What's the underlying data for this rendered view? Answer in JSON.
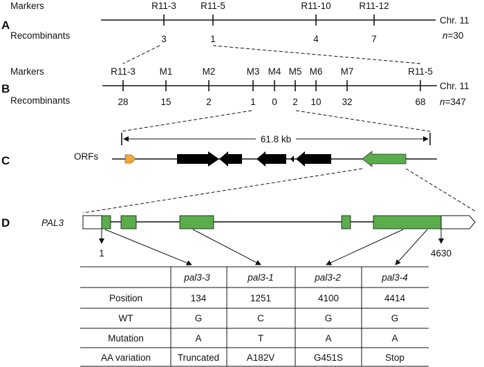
{
  "panels": {
    "a": "A",
    "b": "B",
    "c": "C",
    "d": "D"
  },
  "panel_a": {
    "markers_label": "Markers",
    "recombinants_label": "Recombinants",
    "markers": [
      "R11-3",
      "R11-5",
      "R11-10",
      "R11-12"
    ],
    "recombinants": [
      "3",
      "1",
      "4",
      "7"
    ],
    "chromosome": "Chr. 11",
    "n": "n=30"
  },
  "panel_b": {
    "markers_label": "Markers",
    "recombinants_label": "Recombinants",
    "markers": [
      "R11-3",
      "M1",
      "M2",
      "M3",
      "M4",
      "M5",
      "M6",
      "M7",
      "R11-5"
    ],
    "recombinants": [
      "28",
      "15",
      "2",
      "1",
      "0",
      "2",
      "10",
      "32",
      "68"
    ],
    "chromosome": "Chr. 11",
    "n": "n=347"
  },
  "panel_c": {
    "orfs_label": "ORFs",
    "region_size": "61.8 kb",
    "colors": {
      "orange": "#f7a630",
      "black": "#000000",
      "green": "#5aad4b"
    }
  },
  "panel_d": {
    "gene": "PAL3",
    "start": "1",
    "end": "4630",
    "exon_color": "#5aad4b"
  },
  "table": {
    "headers": [
      "",
      "pal3-3",
      "pal3-1",
      "pal3-2",
      "pal3-4"
    ],
    "rows": [
      [
        "Position",
        "134",
        "1251",
        "4100",
        "4414"
      ],
      [
        "WT",
        "G",
        "C",
        "G",
        "G"
      ],
      [
        "Mutation",
        "A",
        "T",
        "A",
        "A"
      ],
      [
        "AA variation",
        "Truncated",
        "A182V",
        "G451S",
        "Stop"
      ]
    ]
  }
}
